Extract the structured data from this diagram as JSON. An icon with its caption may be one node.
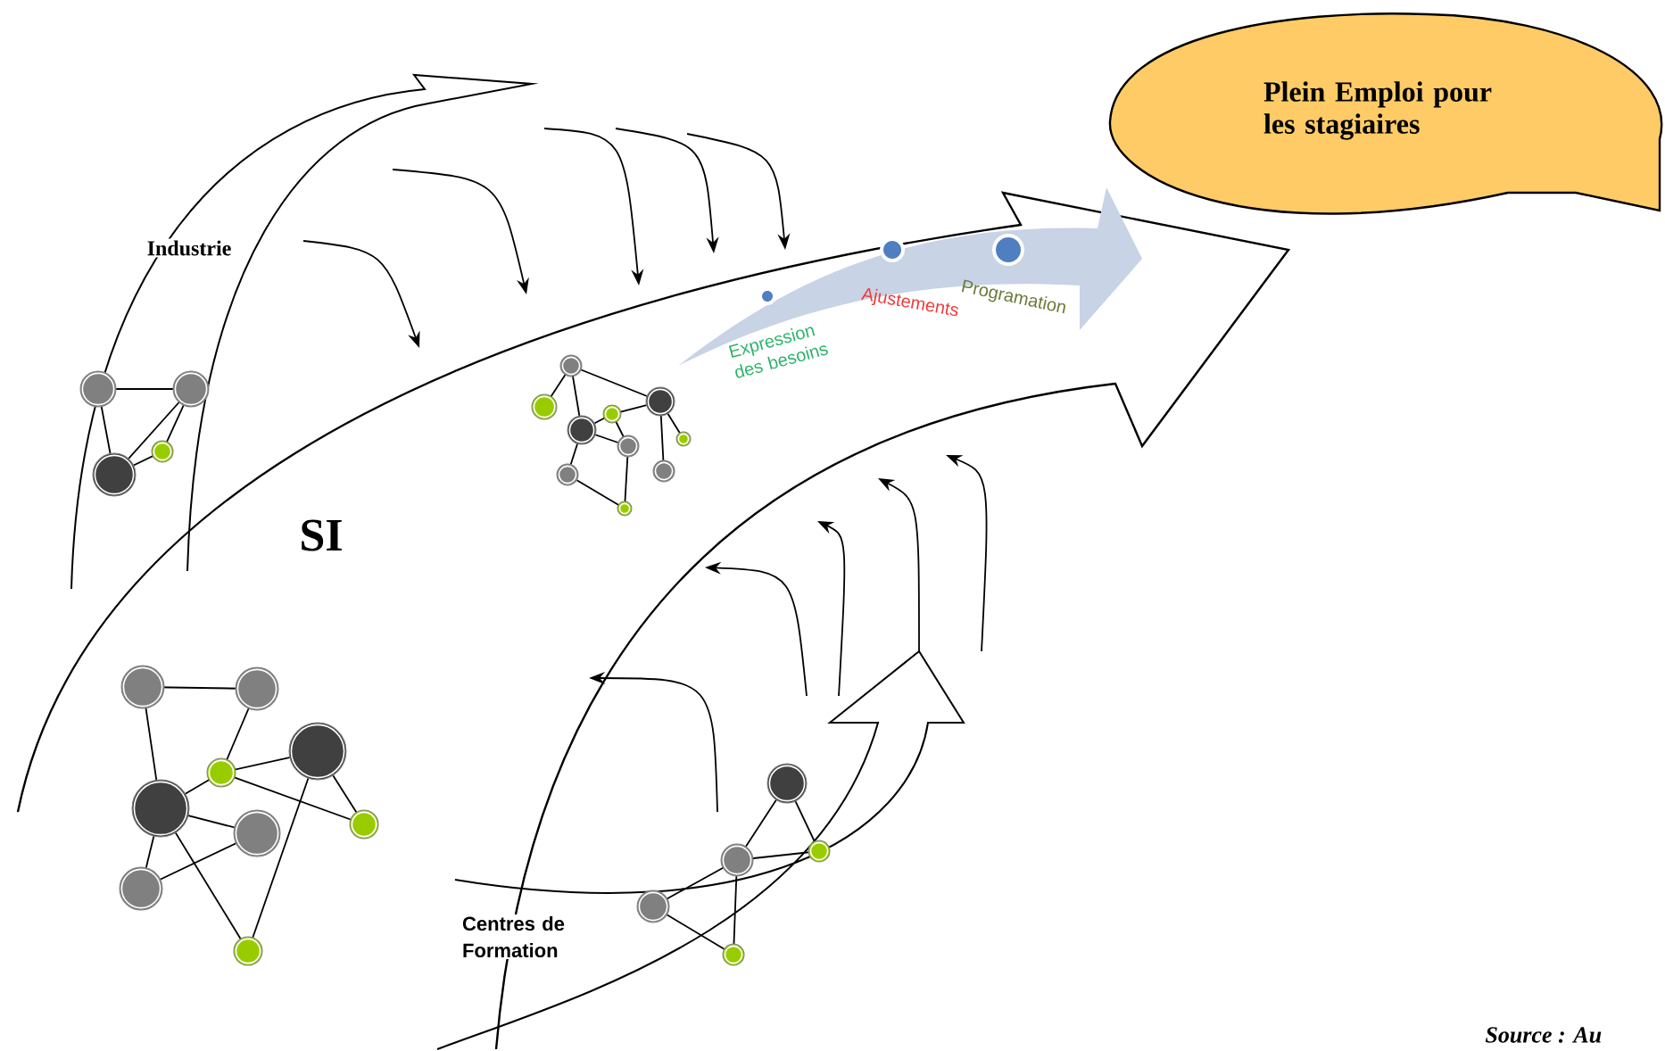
{
  "diagram": {
    "nodes": [
      {
        "text": [
          "Plein Emploi pour les stagiaires"
        ]
      }
    ],
    "labels": [
      "Industrie",
      "SI",
      "Expression des besoins",
      "Ajustements",
      "Programation",
      "Centres de Formation",
      "Source : Au"
    ]
  }
}
